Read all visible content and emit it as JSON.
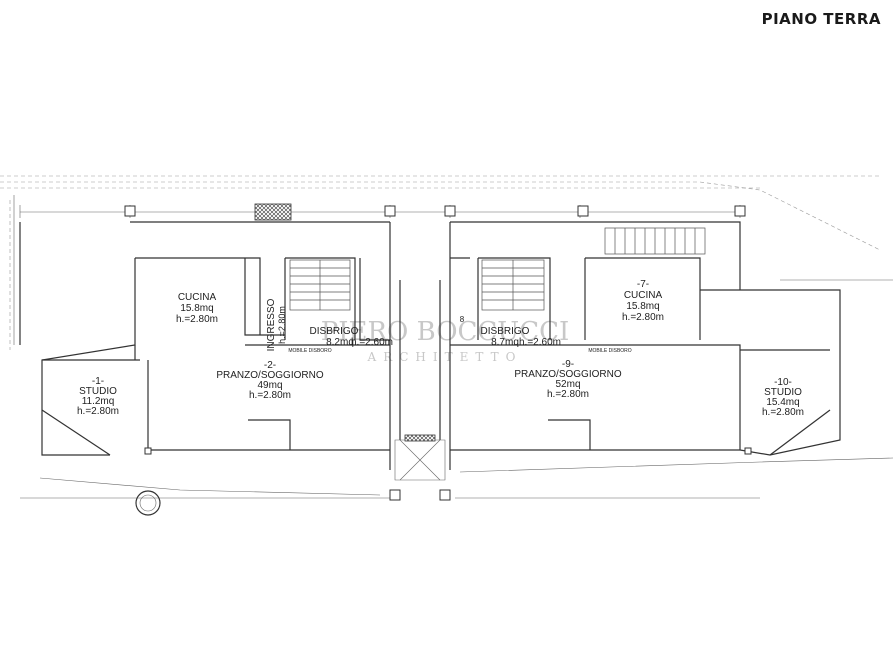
{
  "header": {
    "title": "PIANO TERRA"
  },
  "watermark": {
    "line1": "PIERO BOCCUCCI",
    "line2": "ARCHITETTO"
  },
  "rooms": [
    {
      "id": "cucina-left",
      "name": "CUCINA",
      "area": "15.8mq",
      "height": "h.=2.80m"
    },
    {
      "id": "studio-left",
      "num": "-1-",
      "name": "STUDIO",
      "area": "11.2mq",
      "height": "h.=2.80m"
    },
    {
      "id": "pranzo-left",
      "num": "-2-",
      "name": "PRANZO/SOGGIORNO",
      "area": "49mq",
      "height": "h.=2.80m"
    },
    {
      "id": "ingresso",
      "name": "INGRESSO",
      "height": "h.=2.80m"
    },
    {
      "id": "disbrigo-left",
      "name": "DISBRIGO",
      "area": "8.2mq",
      "height": "h.=2.60m"
    },
    {
      "id": "disbrigo-right",
      "num": "8",
      "name": "DISBRIGO",
      "area": "8.7mq",
      "height": "h.=2.60m"
    },
    {
      "id": "pranzo-right",
      "num": "-9-",
      "name": "PRANZO/SOGGIORNO",
      "area": "52mq",
      "height": "h.=2.80m"
    },
    {
      "id": "cucina-right",
      "num": "-7-",
      "name": "CUCINA",
      "area": "15.8mq",
      "height": "h.=2.80m"
    },
    {
      "id": "studio-right",
      "num": "-10-",
      "name": "STUDIO",
      "area": "15.4mq",
      "height": "h.=2.80m"
    }
  ],
  "notes": {
    "mobile_left": "MOBILE DISBORO",
    "mobile_right": "MOBILE DISBORO"
  }
}
